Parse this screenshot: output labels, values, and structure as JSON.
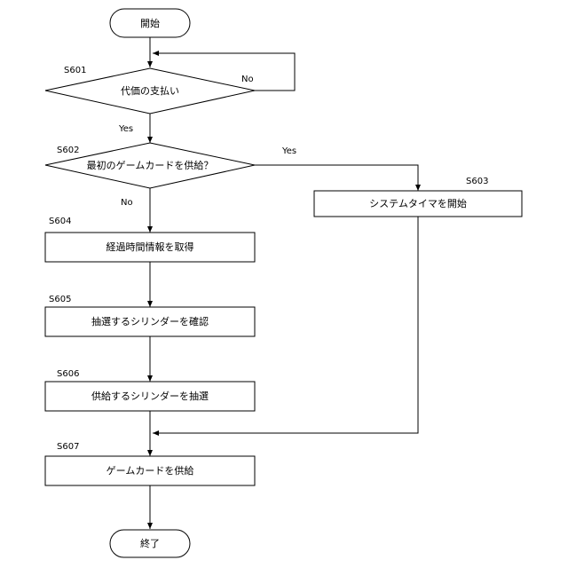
{
  "start": "開始",
  "end": "終了",
  "steps": {
    "s601": {
      "id": "S601",
      "label": "代価の支払い"
    },
    "s602": {
      "id": "S602",
      "label": "最初のゲームカードを供給？"
    },
    "s603": {
      "id": "S603",
      "label": "システムタイマを開始"
    },
    "s604": {
      "id": "S604",
      "label": "経過時間情報を取得"
    },
    "s605": {
      "id": "S605",
      "label": "抽選するシリンダーを確認"
    },
    "s606": {
      "id": "S606",
      "label": "供給するシリンダーを抽選"
    },
    "s607": {
      "id": "S607",
      "label": "ゲームカードを供給"
    }
  },
  "branches": {
    "s601_no": "No",
    "s601_yes": "Yes",
    "s602_yes": "Yes",
    "s602_no": "No"
  }
}
